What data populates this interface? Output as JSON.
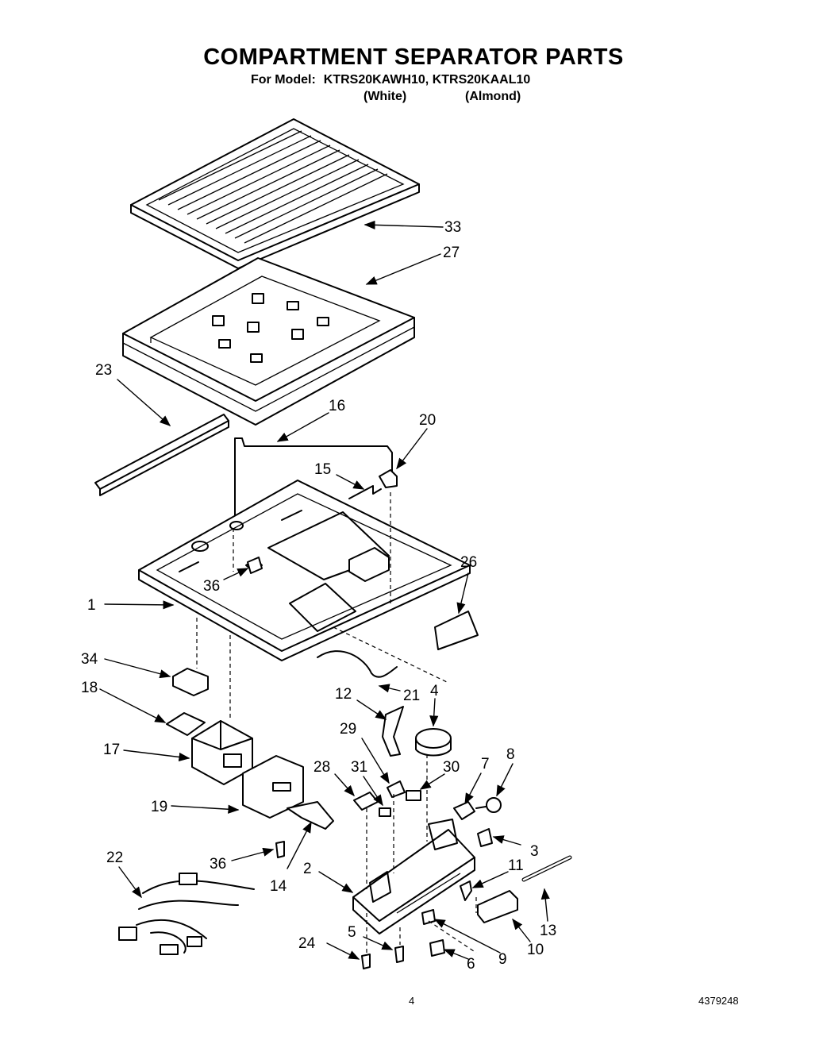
{
  "header": {
    "title": "COMPARTMENT SEPARATOR PARTS",
    "model_label": "For Model:",
    "model_numbers": "KTRS20KAWH10, KTRS20KAAL10",
    "variant_white": "(White)",
    "variant_almond": "(Almond)"
  },
  "footer": {
    "page_number": "4",
    "document_number": "4379248"
  },
  "callouts": [
    "33",
    "27",
    "23",
    "16",
    "20",
    "15",
    "26",
    "36",
    "1",
    "34",
    "21",
    "18",
    "12",
    "4",
    "17",
    "29",
    "30",
    "28",
    "31",
    "7",
    "8",
    "19",
    "3",
    "14",
    "2",
    "11",
    "22",
    "36",
    "13",
    "5",
    "24",
    "6",
    "9",
    "10"
  ]
}
